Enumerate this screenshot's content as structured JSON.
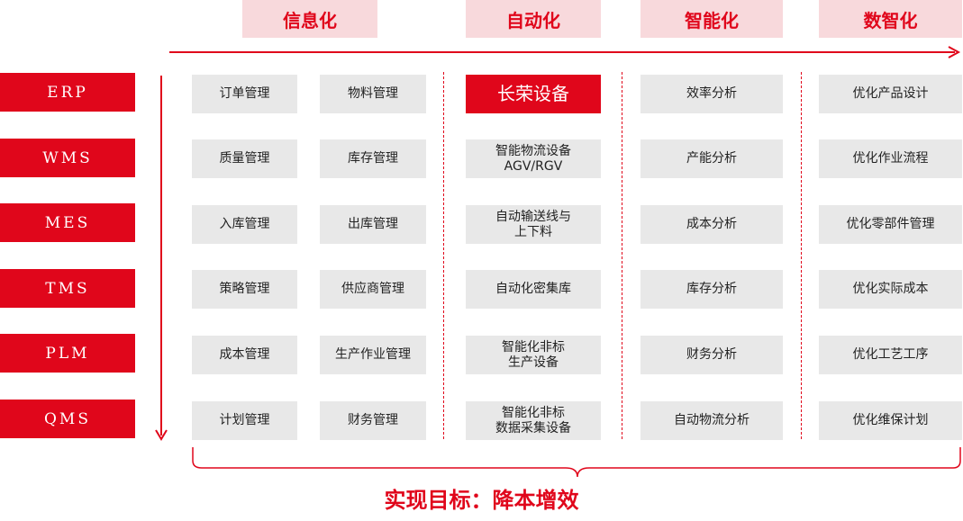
{
  "stages": [
    {
      "label": "信息化"
    },
    {
      "label": "自动化"
    },
    {
      "label": "智能化"
    },
    {
      "label": "数智化"
    }
  ],
  "systems": [
    {
      "label": "ERP"
    },
    {
      "label": "WMS"
    },
    {
      "label": "MES"
    },
    {
      "label": "TMS"
    },
    {
      "label": "PLM"
    },
    {
      "label": "QMS"
    }
  ],
  "informatization": {
    "left": [
      "订单管理",
      "质量管理",
      "入库管理",
      "策略管理",
      "成本管理",
      "计划管理"
    ],
    "right": [
      "物料管理",
      "库存管理",
      "出库管理",
      "供应商管理",
      "生产作业管理",
      "财务管理"
    ]
  },
  "automation": [
    "长荣设备",
    "智能物流设备\nAGV/RGV",
    "自动输送线与\n上下料",
    "自动化密集库",
    "智能化非标\n生产设备",
    "智能化非标\n数据采集设备"
  ],
  "intelligence": [
    "效率分析",
    "产能分析",
    "成本分析",
    "库存分析",
    "财务分析",
    "自动物流分析"
  ],
  "digital_intelligence": [
    "优化产品设计",
    "优化作业流程",
    "优化零部件管理",
    "优化实际成本",
    "优化工艺工序",
    "优化维保计划"
  ],
  "goal": "实现目标：降本增效",
  "colors": {
    "accent": "#e0061b",
    "header_bg": "#f8d9dc",
    "cell_bg": "#e8e8e8"
  }
}
